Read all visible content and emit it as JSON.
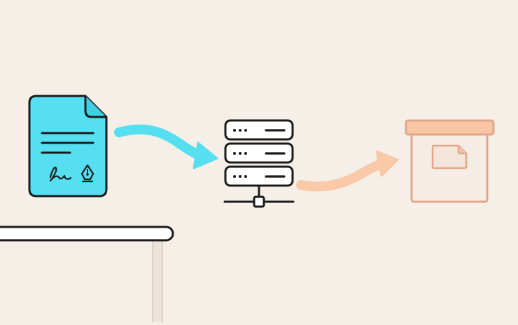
{
  "canvas": {
    "background": "#f5efe8"
  },
  "nodes": {
    "document": {
      "icon": "signed-document-icon",
      "color": "#55dff0",
      "stroke": "#1b1b1b"
    },
    "server": {
      "icon": "server-rack-icon",
      "color": "#ffffff",
      "stroke": "#1b1b1b"
    },
    "archive": {
      "icon": "archive-box-icon",
      "color": "#f3e5da",
      "lid_color": "#f8c6a5",
      "stroke": "#e2a78a"
    }
  },
  "flows": [
    {
      "from": "document",
      "to": "server",
      "icon": "arrow-right-icon",
      "color": "#55dff0"
    },
    {
      "from": "server",
      "to": "archive",
      "icon": "arrow-right-icon",
      "color": "#f9c9a8"
    }
  ],
  "decor": {
    "table_color": "#1b1b1b",
    "leg_color": "#e8dfd6"
  }
}
